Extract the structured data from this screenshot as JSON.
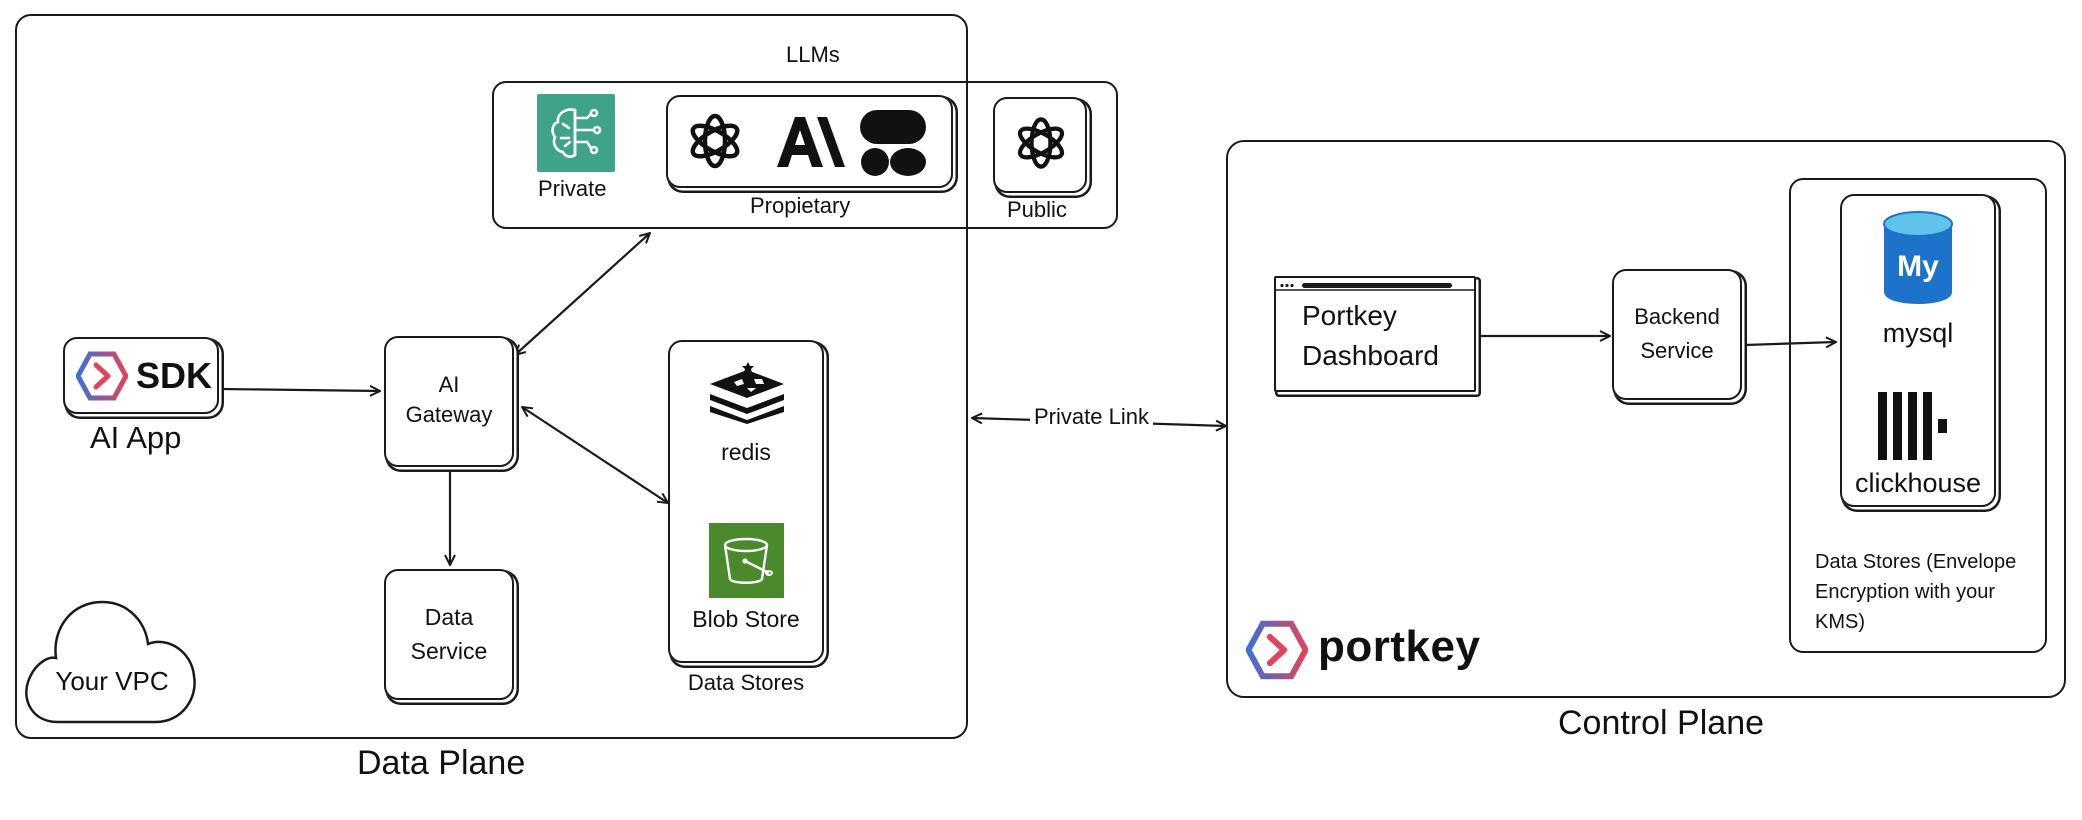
{
  "data_plane": {
    "title": "Data Plane",
    "vpc_label": "Your VPC",
    "llms": {
      "title": "LLMs",
      "private_label": "Private",
      "proprietary_label": "Propietary",
      "public_label": "Public"
    },
    "app": {
      "sdk_label": "SDK",
      "app_label": "AI App"
    },
    "gateway": {
      "line1": "AI",
      "line2": "Gateway"
    },
    "data_service": {
      "line1": "Data",
      "line2": "Service"
    },
    "data_stores": {
      "redis_label": "redis",
      "blob_label": "Blob Store",
      "title": "Data Stores"
    }
  },
  "link": {
    "label": "Private Link"
  },
  "control_plane": {
    "title": "Control Plane",
    "dashboard": {
      "line1": "Portkey",
      "line2": "Dashboard"
    },
    "backend": {
      "line1": "Backend",
      "line2": "Service"
    },
    "data_stores": {
      "mysql_label": "mysql",
      "mysql_badge": "My",
      "clickhouse_label": "clickhouse",
      "note_line1": "Data Stores (Envelope",
      "note_line2": "Encryption with your",
      "note_line3": "KMS)"
    },
    "brand": {
      "name": "portkey"
    }
  },
  "colors": {
    "stroke": "#1a1a1a",
    "private_llm_tile": "#3fa38a",
    "blob_tile": "#4a8a2d",
    "mysql_blue": "#1d73c9",
    "portkey_red": "#e0445a",
    "portkey_blue": "#3d6fd6"
  },
  "icons": [
    "brain-circuit-icon",
    "openai-icon",
    "anthropic-icon",
    "mistral-icon",
    "redis-icon",
    "bucket-icon",
    "mysql-icon",
    "clickhouse-icon",
    "portkey-logo-icon",
    "cloud-icon"
  ]
}
